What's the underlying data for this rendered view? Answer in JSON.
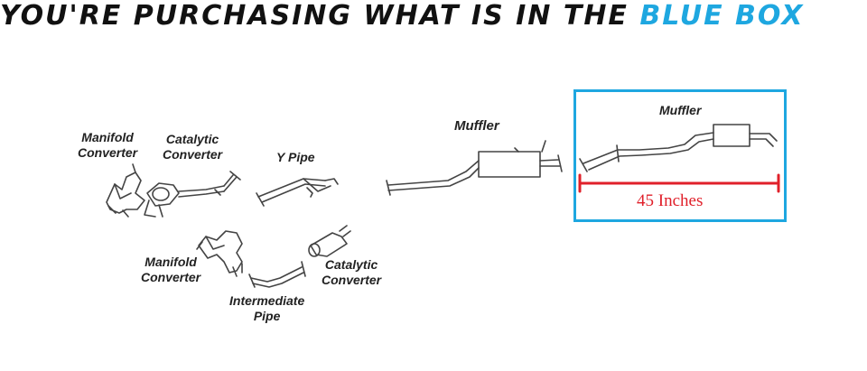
{
  "headline": {
    "prefix": "YOU'RE PURCHASING WHAT IS IN THE",
    "highlight": "BLUE BOX",
    "highlight_color": "#1ea7e0"
  },
  "labels": {
    "manifold_converter_top": [
      "Manifold",
      "Converter"
    ],
    "catalytic_converter_top": [
      "Catalytic",
      "Converter"
    ],
    "y_pipe": "Y Pipe",
    "muffler_main": "Muffler",
    "manifold_converter_bottom": [
      "Manifold",
      "Converter"
    ],
    "catalytic_converter_bottom": [
      "Catalytic",
      "Converter"
    ],
    "intermediate_pipe": [
      "Intermediate",
      "Pipe"
    ]
  },
  "blue_box": {
    "label": "Muffler",
    "measurement": "45 Inches",
    "border_color": "#1ea7e0",
    "measure_color": "#e0202a"
  }
}
